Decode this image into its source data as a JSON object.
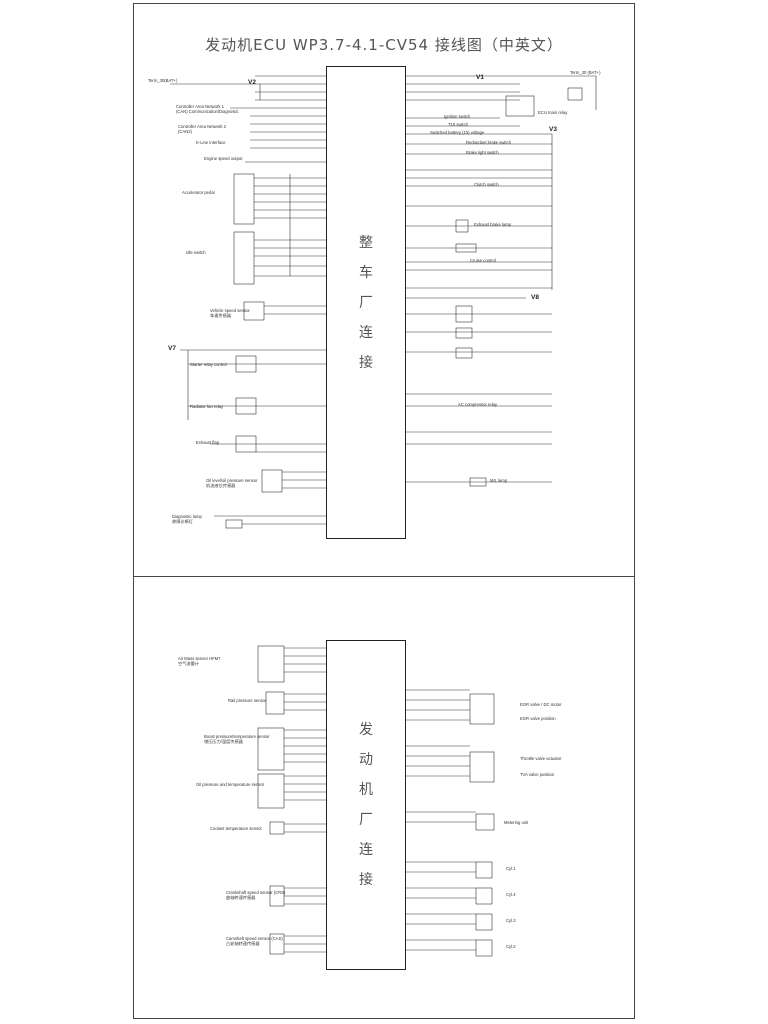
{
  "header": {
    "title": "发动机ECU WP3.7-4.1-CV54 接线图（中英文）"
  },
  "ecu_labels": {
    "top": [
      "整",
      "车",
      "厂",
      "连",
      "接"
    ],
    "bottom": [
      "发",
      "动",
      "机",
      "厂",
      "连",
      "接"
    ]
  },
  "nodes": {
    "v1": "V1",
    "v2": "V2",
    "v3": "V3",
    "v7": "V7",
    "v8": "V8",
    "term30_left": "Term_30(BAT+)",
    "term30_right": "Term_30 (BAT+)"
  },
  "top_left_labels": {
    "diag": "Controller Area Network 1\n(CAN) Communication/Diagnostic",
    "can2": "Controller Area Network 2\n(CAN2)",
    "kline": "K-Line Interface",
    "eng_speed_out": "Engine speed output",
    "accel_pedal": "Accelerator pedal",
    "idle_sw": "Idle switch",
    "veh_speed": "Vehicle speed sensor\n车速传感器",
    "starter_relay": "Starter relay control",
    "fan_relay": "Radiator fan relay",
    "exhaust_flap": "Exhaust flap",
    "oil_sensor": "Oil level/oil pressure sensor\n机油液位传感器",
    "diag_lamp": "Diagnostic lamp\n故障诊断灯"
  },
  "top_right_labels": {
    "main_relay": "ECU main relay",
    "ignition": "Ignition switch",
    "key": "T15 switch",
    "batt": "Switched battery (15) voltage",
    "brake": "Redundant brake switch",
    "brake2": "Brake light switch",
    "clutch": "Clutch switch",
    "exhaust_brake": "Exhaust brake lamp",
    "cruise": "Cruise control",
    "ac": "AC compressor relay",
    "mil": "MIL lamp"
  },
  "bottom_labels": {
    "air_mass": "Air Mass sensor HFM7\n空气流量计",
    "rail_pressure": "Rail pressure sensor",
    "boost": "Boost pressure/temperature sensor\n增压压力/温度传感器",
    "oil_temp": "Oil pressure and temperature sensor",
    "coolant": "Coolant temperature sensor",
    "crank": "Crankshaft speed sensor (CRS)\n曲轴转速传感器",
    "cam": "Camshaft speed sensor (CAS)\n凸轮轴转速传感器",
    "egr_valve": "EGR valve / DC motor",
    "egr_pos": "EGR valve position",
    "throttle": "Throttle valve actuator",
    "tva": "TVA valve position",
    "metering": "Metering unit",
    "inj1": "Cyl.1",
    "inj2": "Cyl.4",
    "inj3": "Cyl.3",
    "inj4": "Cyl.2"
  }
}
